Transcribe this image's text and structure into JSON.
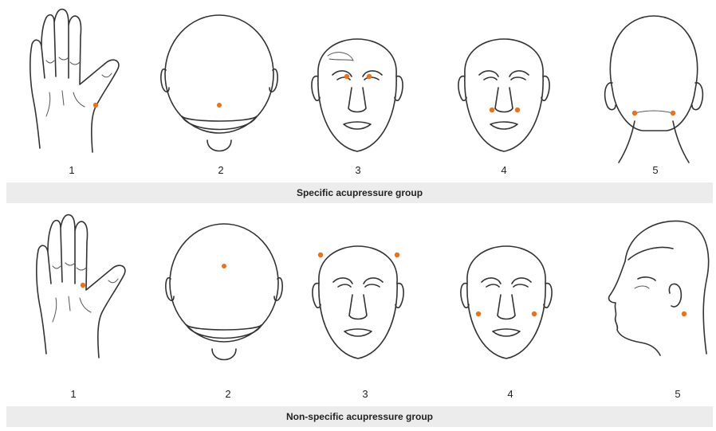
{
  "colors": {
    "point": "#e8731c",
    "band": "#ececec",
    "line": "#333333"
  },
  "groups": [
    {
      "label": "Specific acupressure group",
      "figures": [
        {
          "number": "1",
          "view": "hand-back",
          "points": 1
        },
        {
          "number": "2",
          "view": "head-top",
          "points": 1
        },
        {
          "number": "3",
          "view": "face-front",
          "points": 2
        },
        {
          "number": "4",
          "view": "face-front",
          "points": 2
        },
        {
          "number": "5",
          "view": "head-back",
          "points": 2
        }
      ]
    },
    {
      "label": "Non-specific acupressure group",
      "figures": [
        {
          "number": "1",
          "view": "hand-back",
          "points": 1
        },
        {
          "number": "2",
          "view": "head-top",
          "points": 1
        },
        {
          "number": "3",
          "view": "face-front",
          "points": 2
        },
        {
          "number": "4",
          "view": "face-front",
          "points": 2
        },
        {
          "number": "5",
          "view": "head-profile",
          "points": 1
        }
      ]
    }
  ]
}
